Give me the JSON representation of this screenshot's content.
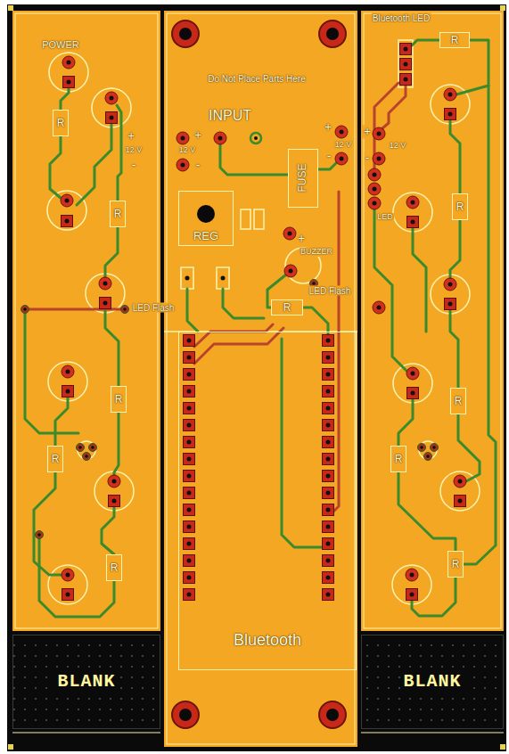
{
  "diagram": {
    "nodes": [
      {
        "text": [
          "R"
        ]
      },
      {
        "text": [
          "R"
        ]
      },
      {
        "text": [
          "FUSE"
        ]
      },
      {
        "text": [
          "REG"
        ]
      },
      {
        "text": [
          "R"
        ]
      },
      {
        "text": [
          "R"
        ]
      },
      {
        "text": [
          "R"
        ]
      },
      {
        "text": [
          "Bluetooth"
        ]
      },
      {
        "text": [
          "R"
        ]
      },
      {
        "text": [
          "R"
        ]
      },
      {
        "text": [
          "R"
        ]
      },
      {
        "text": [
          "R"
        ]
      },
      {
        "text": [
          "R"
        ]
      },
      {
        "text": [
          "R"
        ]
      },
      {
        "text": [
          "BLANK"
        ]
      },
      {
        "text": [
          "BLANK"
        ]
      }
    ],
    "labels": [
      "Do Not Place Parts Here",
      "POWER",
      "Bluetooth LED",
      "INPUT",
      "+",
      "12 V",
      "-",
      "+",
      "12 V",
      "-",
      "+",
      "12 V",
      "-",
      "+",
      "12 V",
      "-",
      "LED",
      "+",
      "BUZZER",
      "LED Flash",
      "LED Flash"
    ]
  }
}
